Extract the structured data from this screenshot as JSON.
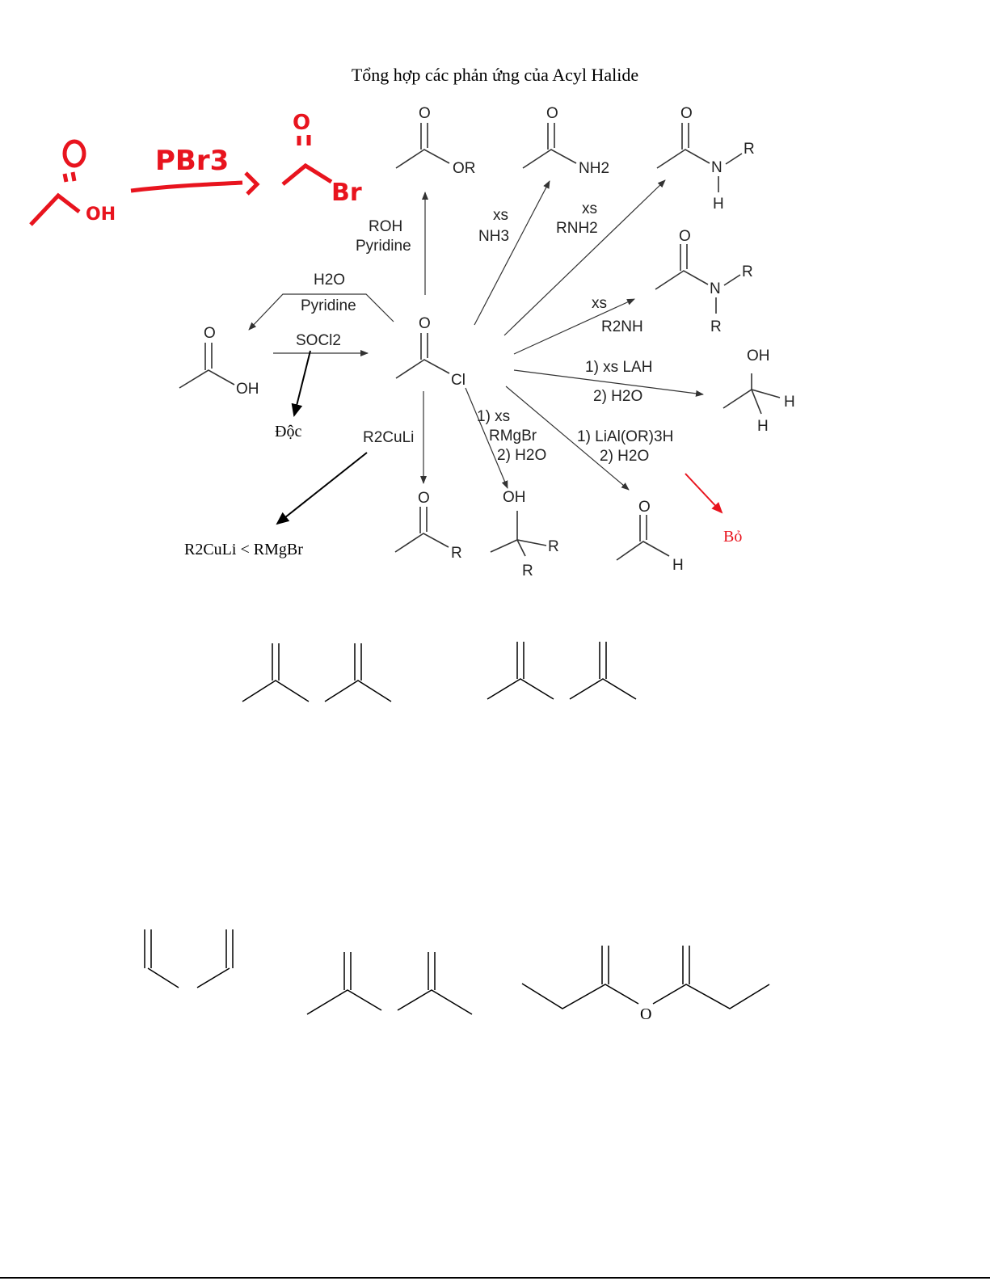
{
  "page": {
    "title": "Tổng hợp các phản ứng của Acyl Halide"
  },
  "colors": {
    "annotation_red": "#e8141e",
    "ink": "#222222"
  },
  "handwritten": {
    "reagent": "PBr3",
    "left_atoms": {
      "O": "O",
      "OH": "OH"
    },
    "right_atoms": {
      "O": "O",
      "Br": "Br"
    }
  },
  "center": {
    "atom_O": "O",
    "atom_Cl": "Cl"
  },
  "reactions": {
    "ester": {
      "reagent_1": "ROH",
      "reagent_2": "Pyridine",
      "atom_O": "O",
      "group": "OR"
    },
    "amide_primary": {
      "reagent_1": "xs",
      "reagent_2": "NH3",
      "atom_O": "O",
      "group": "NH2"
    },
    "amide_secondary": {
      "reagent_1": "xs",
      "reagent_2": "RNH2",
      "atom_O": "O",
      "atom_N": "N",
      "atom_R": "R",
      "atom_H": "H"
    },
    "amide_tertiary": {
      "reagent_1": "xs",
      "reagent_2": "R2NH",
      "atom_O": "O",
      "atom_N": "N",
      "atom_R1": "R",
      "atom_R2": "R"
    },
    "alcohol_primary": {
      "reagent_1": "1) xs LAH",
      "reagent_2": "2) H2O",
      "atom_OH": "OH",
      "atom_H1": "H",
      "atom_H2": "H"
    },
    "aldehyde": {
      "reagent_1": "1) LiAl(OR)3H",
      "reagent_2": "2) H2O",
      "atom_O": "O",
      "atom_H": "H",
      "note": "Bỏ"
    },
    "tertiary_alcohol": {
      "reagent_1": "1) xs",
      "reagent_2": "RMgBr",
      "reagent_3": "2) H2O",
      "atom_OH": "OH",
      "atom_R1": "R",
      "atom_R2": "R"
    },
    "ketone": {
      "reagent": "R2CuLi",
      "atom_O": "O",
      "atom_R": "R",
      "comparison": "R2CuLi < RMgBr"
    },
    "hydrolysis": {
      "reagent_1": "H2O",
      "reagent_2": "Pyridine"
    },
    "acid_to_chloride": {
      "reagent": "SOCl2",
      "note": "Độc",
      "atom_O": "O",
      "atom_OH": "OH"
    }
  },
  "bottom": {
    "ether_atom": "O"
  }
}
